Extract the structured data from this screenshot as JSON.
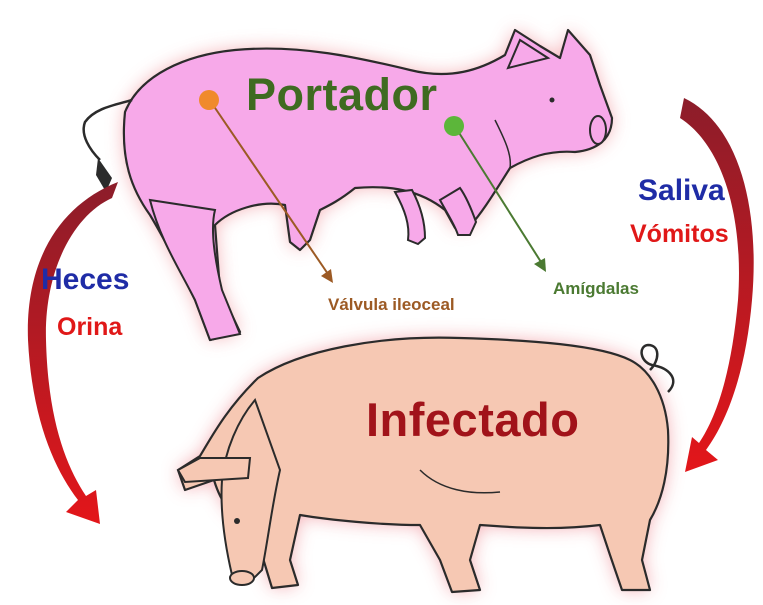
{
  "diagram": {
    "carrier_label": "Portador",
    "infected_label": "Infectado",
    "site_ileocecal_valve": "Válvula ileoceal",
    "site_tonsils": "Amígdalas",
    "route_left_primary": "Heces",
    "route_left_secondary": "Orina",
    "route_right_primary": "Saliva",
    "route_right_secondary": "Vómitos"
  },
  "colors": {
    "carrier_body": "#f7a9e9",
    "infected_body": "#f6c8b3",
    "glow": "#f3a5ab",
    "outline": "#2b2b2b",
    "carrier_text": "#3f6b21",
    "infected_text": "#a1131a",
    "valve_dot": "#f08a2c",
    "valve_text": "#9c5a24",
    "tonsil_dot": "#5cb63a",
    "tonsil_text": "#4b7a32",
    "route_blue": "#1f2ca6",
    "route_red": "#e01818",
    "arrow_dark": "#8c1d2a",
    "arrow_bright": "#e3161a"
  }
}
